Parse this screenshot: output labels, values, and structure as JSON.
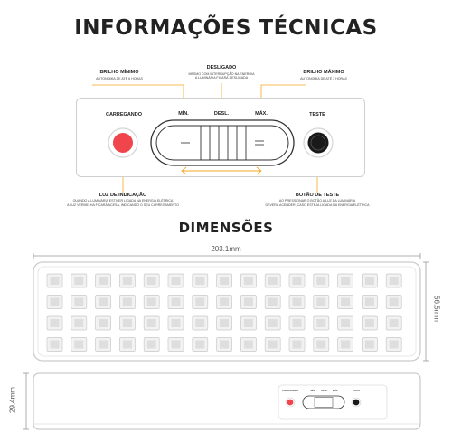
{
  "headings": {
    "technical": "INFORMAÇÕES TÉCNICAS",
    "dimensions": "DIMENSÕES"
  },
  "callouts": {
    "brilho_minimo": {
      "title": "BRILHO MÍNIMO",
      "desc": "AUTONOMIA DE ATÉ 6 HORAS"
    },
    "desligado": {
      "title": "DESLIGADO",
      "desc_1": "MESMO COM INTERRUPÇÃO NA ENERGIA",
      "desc_2": "A LUMINÁRIA FICARÁ DESLIGADA"
    },
    "brilho_maximo": {
      "title": "BRILHO MÁXIMO",
      "desc": "AUTONOMIA DE ATÉ 3 HORAS"
    },
    "luz_indicacao": {
      "title": "LUZ DE INDICAÇÃO",
      "desc_1": "QUANDO A LUMINÁRIA ESTIVER LIGADA NA ENERGIA ELÉTRICA",
      "desc_2": "A LUZ VERMELHA FICARÁ ACESA, INDICANDO O SEU CARREGAMENTO"
    },
    "botao_teste": {
      "title": "BOTÃO DE TESTE",
      "desc_1": "AO PRESSIONAR O BOTÃO A LUZ DA LUMINÁRIA",
      "desc_2": "DEVERÁ ACENDER, CASO ESTEJA LIGADA NA ENERGIA ELÉTRICA"
    }
  },
  "panel": {
    "carregando": "CARREGANDO",
    "min": "MÍN.",
    "desl": "DESL.",
    "max": "MÁX.",
    "teste": "TESTE"
  },
  "dimensions": {
    "width": "203.1mm",
    "height": "56.5mm",
    "depth": "29.4mm"
  },
  "led_grid": {
    "rows": 4,
    "cols": 15
  },
  "colors": {
    "accent_orange": "#f5a623",
    "indicator_red": "#f0454c",
    "button_black": "#1a1a1a"
  }
}
